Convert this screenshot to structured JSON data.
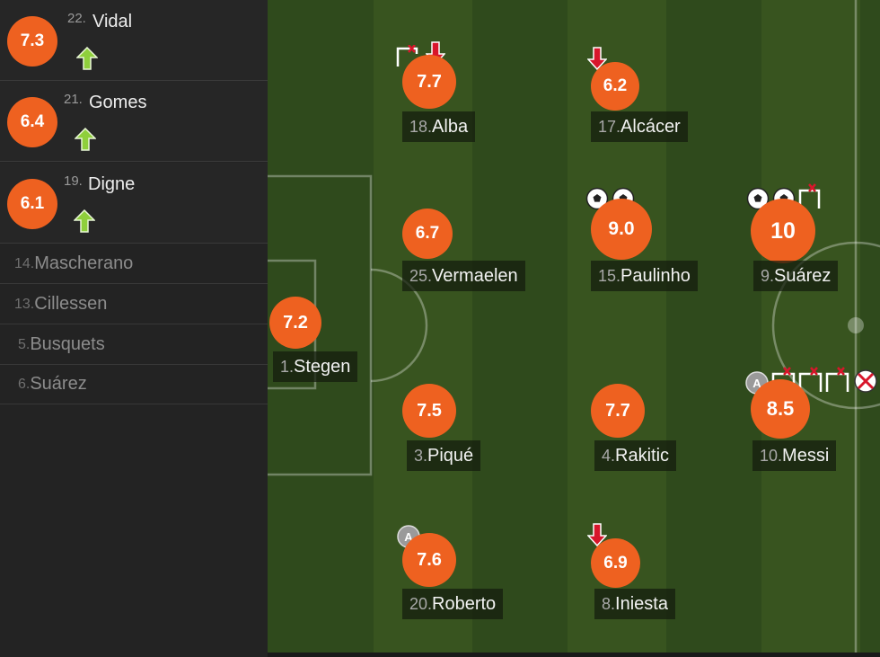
{
  "colors": {
    "rating_bg": "#ee6120",
    "sidebar_bg": "#232323",
    "pitch_dark": "#2f4a1c",
    "pitch_light": "#38541f",
    "sub_in_arrow": "#8fcf3c",
    "sub_out_arrow": "#d8162b"
  },
  "substitutes": [
    {
      "number": "22.",
      "name": "Vidal",
      "rating": "7.3",
      "icon": "sub-in-arrow-icon"
    },
    {
      "number": "21.",
      "name": "Gomes",
      "rating": "6.4",
      "icon": "sub-in-arrow-icon"
    },
    {
      "number": "19.",
      "name": "Digne",
      "rating": "6.1",
      "icon": "sub-in-arrow-icon"
    }
  ],
  "bench": [
    {
      "number": "14.",
      "name": "Mascherano"
    },
    {
      "number": "13.",
      "name": "Cillessen"
    },
    {
      "number": "5. ",
      "name": "Busquets"
    },
    {
      "number": "6. ",
      "name": "Suárez"
    }
  ],
  "players": [
    {
      "number": "1. ",
      "name": "Stegen",
      "rating": "7.2",
      "icons": []
    },
    {
      "number": "18.",
      "name": "Alba",
      "rating": "7.7",
      "icons": [
        "assist-boot-icon",
        "sub-out-arrow-icon"
      ]
    },
    {
      "number": "25.",
      "name": "Vermaelen",
      "rating": "6.7",
      "icons": []
    },
    {
      "number": "3. ",
      "name": "Piqué",
      "rating": "7.5",
      "icons": []
    },
    {
      "number": "20.",
      "name": "Roberto",
      "rating": "7.6",
      "icons": [
        "assist-badge-icon"
      ]
    },
    {
      "number": "17.",
      "name": "Alcácer",
      "rating": "6.2",
      "icons": [
        "sub-out-arrow-icon"
      ]
    },
    {
      "number": "15.",
      "name": "Paulinho",
      "rating": "9.0",
      "icons": [
        "goal-ball-icon",
        "goal-ball-icon"
      ]
    },
    {
      "number": "4. ",
      "name": "Rakitic",
      "rating": "7.7",
      "icons": []
    },
    {
      "number": "8. ",
      "name": "Iniesta",
      "rating": "6.9",
      "icons": [
        "sub-out-arrow-icon"
      ]
    },
    {
      "number": "9. ",
      "name": "Suárez",
      "rating": "10",
      "icons": [
        "goal-ball-icon",
        "goal-ball-icon",
        "key-pass-boot-icon"
      ]
    },
    {
      "number": "10.",
      "name": "Messi",
      "rating": "8.5",
      "icons": [
        "assist-badge-icon",
        "key-pass-boot-icon",
        "key-pass-boot-icon",
        "key-pass-boot-icon",
        "missed-chance-icon"
      ]
    }
  ],
  "badges": {
    "assist_letter": "A"
  }
}
